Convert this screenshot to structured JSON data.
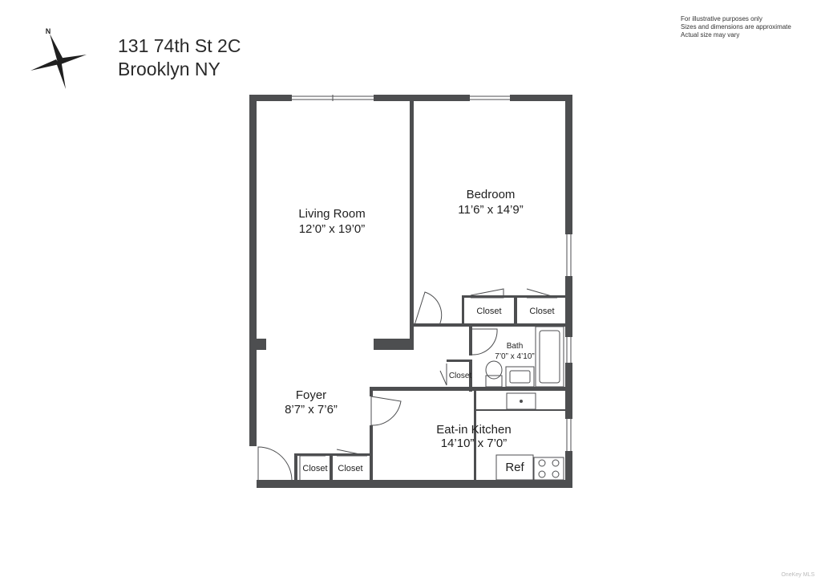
{
  "address": {
    "line1": "131 74th St 2C",
    "line2": "Brooklyn NY"
  },
  "compass": {
    "label": "N"
  },
  "disclaimer": [
    "For illustrative purposes only",
    "Sizes and dimensions are approximate",
    "Actual size may vary"
  ],
  "rooms": {
    "living": {
      "name": "Living Room",
      "dims": "12’0” x 19’0”"
    },
    "bedroom": {
      "name": "Bedroom",
      "dims": "11’6” x 14’9”"
    },
    "bath": {
      "name": "Bath",
      "dims": "7’0” x 4’10”"
    },
    "foyer": {
      "name": "Foyer",
      "dims": "8’7” x 7’6”"
    },
    "kitchen": {
      "name": "Eat-in Kitchen",
      "dims": "14’10” x 7’0”"
    }
  },
  "closets": {
    "bedroom_a": "Closet",
    "bedroom_b": "Closet",
    "bath": "Closet",
    "foyer_a": "Closet",
    "foyer_b": "Closet"
  },
  "fixtures": {
    "refrigerator": "Ref"
  },
  "watermark": "OneKey MLS",
  "colors": {
    "wall": "#4d4e50",
    "line": "#4d4e50",
    "background": "#ffffff"
  }
}
